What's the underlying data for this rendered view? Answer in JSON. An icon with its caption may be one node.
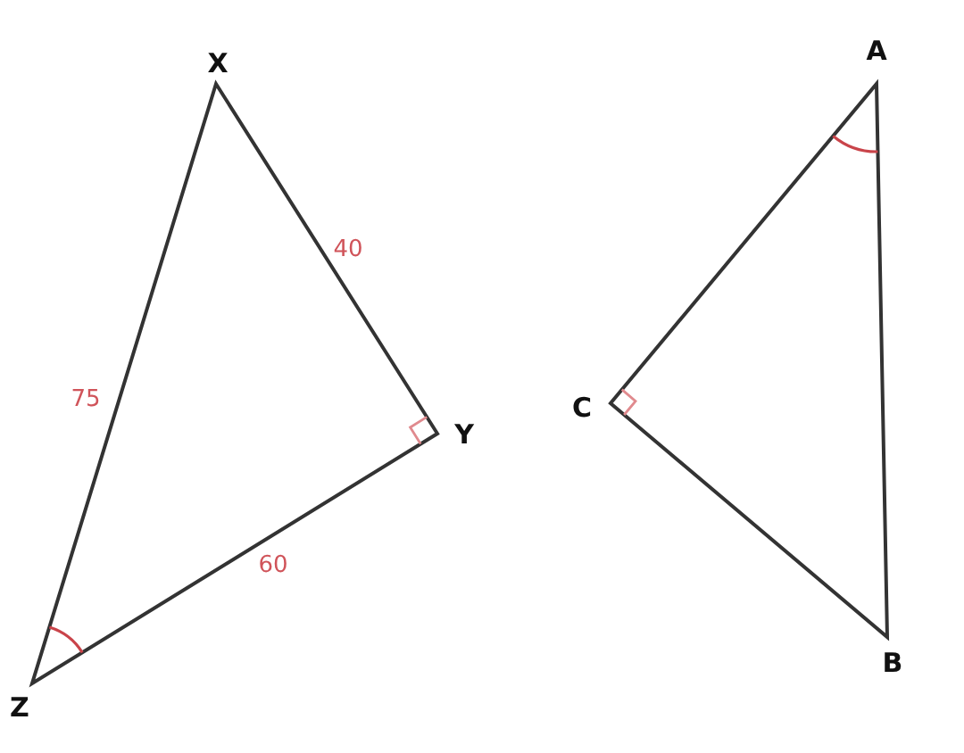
{
  "diagram": {
    "labels": [
      "X",
      "A",
      "40",
      "75",
      "C",
      "Y",
      "60",
      "B",
      "Z"
    ]
  }
}
